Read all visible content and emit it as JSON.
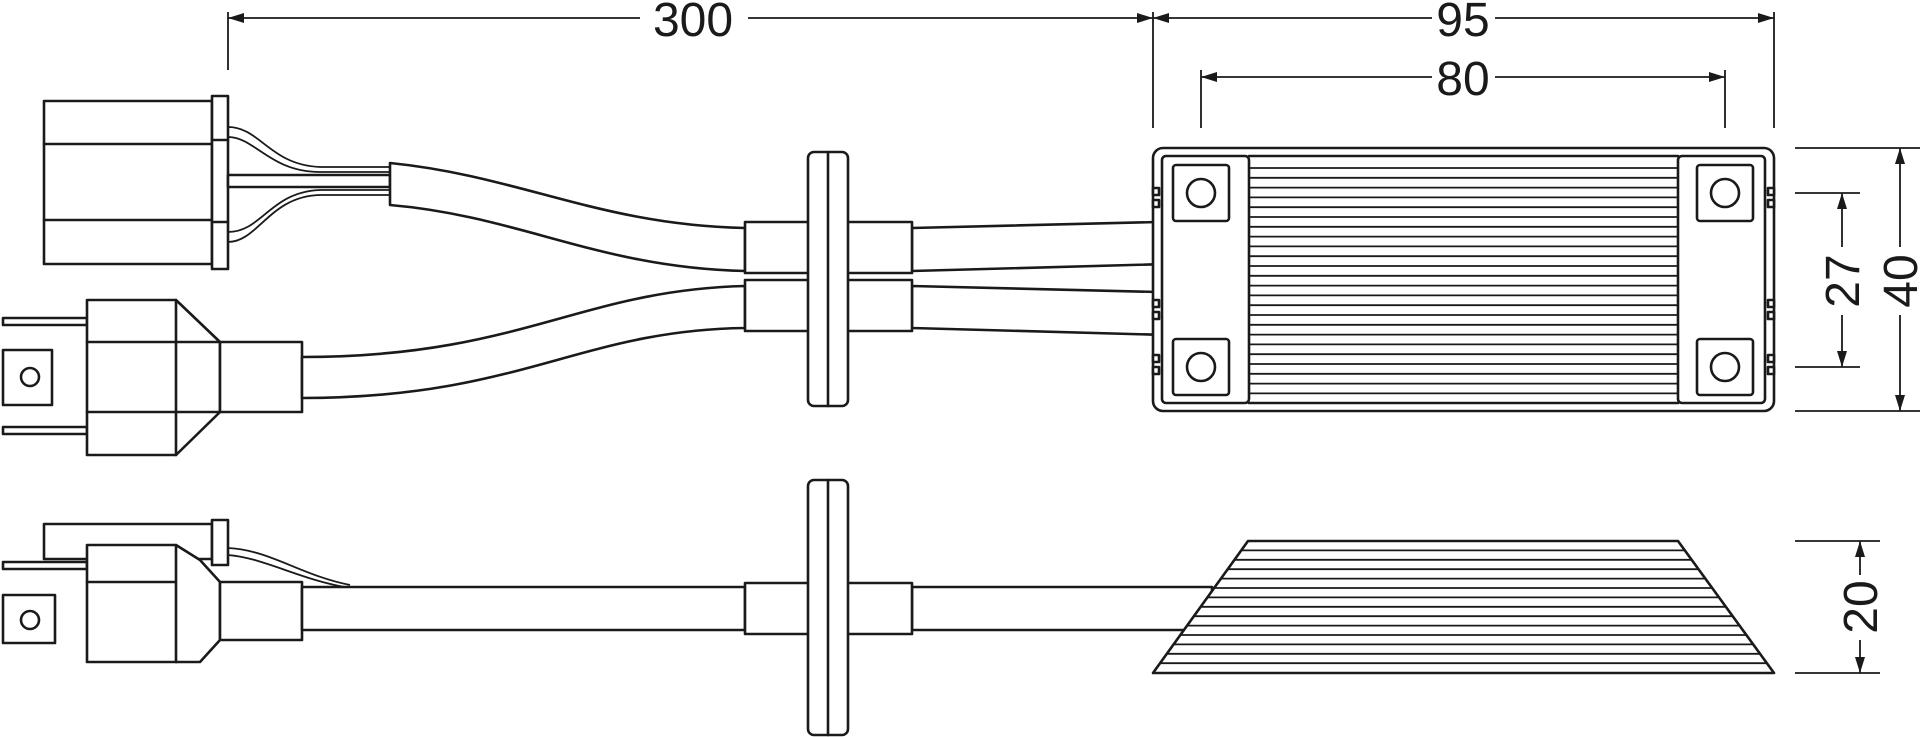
{
  "dimensions": {
    "cable_length": "300",
    "box_length": "95",
    "hole_spacing": "80",
    "box_width": "40",
    "hole_spacing_vertical": "27",
    "box_height": "20"
  },
  "colors": {
    "line": "#1a1a1a",
    "background": "#ffffff"
  }
}
